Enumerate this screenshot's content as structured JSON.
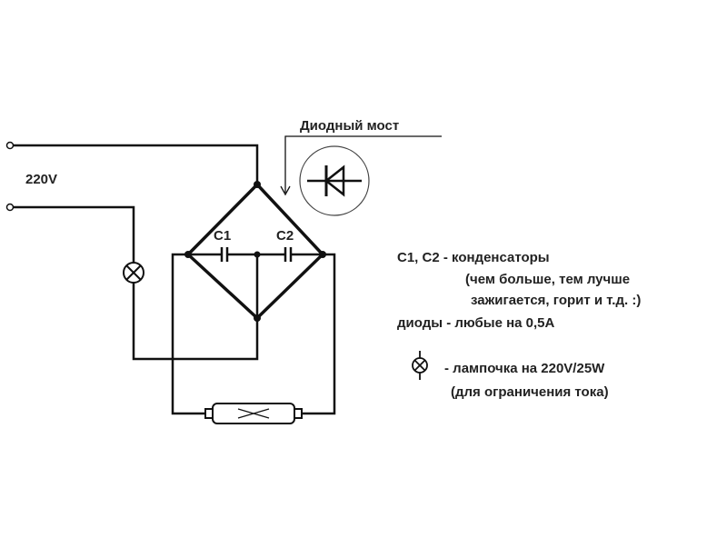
{
  "voltage_label": "220V",
  "bridge_label": "Диодный мост",
  "cap1_label": "C1",
  "cap2_label": "C2",
  "legend": {
    "line1": "C1, C2 - конденсаторы",
    "line2": "(чем больше, тем лучше",
    "line3": "зажигается, горит и т.д. :)",
    "line4": "диоды - любые на 0,5A",
    "line5": "- лампочка на 220V/25W",
    "line6": "(для ограничения тока)"
  },
  "colors": {
    "ink": "#111111",
    "background": "#ffffff"
  }
}
